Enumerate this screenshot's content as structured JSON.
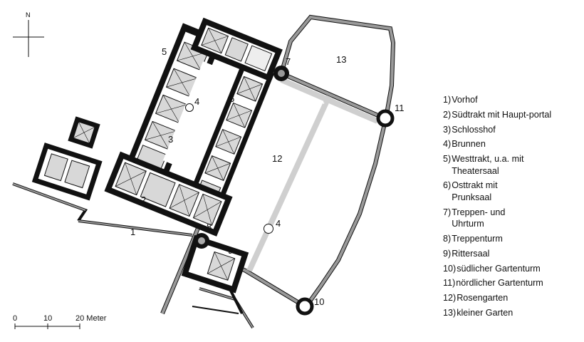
{
  "compass": {
    "north_label": "N"
  },
  "scale": {
    "ticks": [
      "0",
      "10",
      "20 Meter"
    ]
  },
  "zones": [
    {
      "id": "1",
      "text": "1"
    },
    {
      "id": "2",
      "text": "2"
    },
    {
      "id": "3",
      "text": "3"
    },
    {
      "id": "4a",
      "text": "4"
    },
    {
      "id": "4b",
      "text": "4"
    },
    {
      "id": "5",
      "text": "5"
    },
    {
      "id": "6",
      "text": "6"
    },
    {
      "id": "7",
      "text": "7"
    },
    {
      "id": "8",
      "text": "8"
    },
    {
      "id": "9",
      "text": "9"
    },
    {
      "id": "10",
      "text": "10"
    },
    {
      "id": "11",
      "text": "11"
    },
    {
      "id": "12",
      "text": "12"
    },
    {
      "id": "13",
      "text": "13"
    }
  ],
  "legend": [
    {
      "num": "1)",
      "text": "Vorhof"
    },
    {
      "num": "2)",
      "text": "Südtrakt mit Haupt-portal"
    },
    {
      "num": "3)",
      "text": "Schlosshof"
    },
    {
      "num": "4)",
      "text": "Brunnen"
    },
    {
      "num": "5)",
      "text": "Westtrakt, u.a. mit Theatersaal"
    },
    {
      "num": "6)",
      "text": "Osttrakt mit Prunksaal"
    },
    {
      "num": "7)",
      "text": "Treppen- und Uhrturm"
    },
    {
      "num": "8)",
      "text": "Treppenturm"
    },
    {
      "num": "9)",
      "text": "Rittersaal"
    },
    {
      "num": "10)",
      "text": "südlicher Gartenturm"
    },
    {
      "num": "11)",
      "text": "nördlicher Gartenturm"
    },
    {
      "num": "12)",
      "text": "Rosengarten"
    },
    {
      "num": "13)",
      "text": "kleiner Garten"
    }
  ],
  "colors": {
    "ink": "#111111",
    "garden_wall": "#9a9a9a",
    "path": "#cfcfcf",
    "room": "#d8d8d8"
  }
}
